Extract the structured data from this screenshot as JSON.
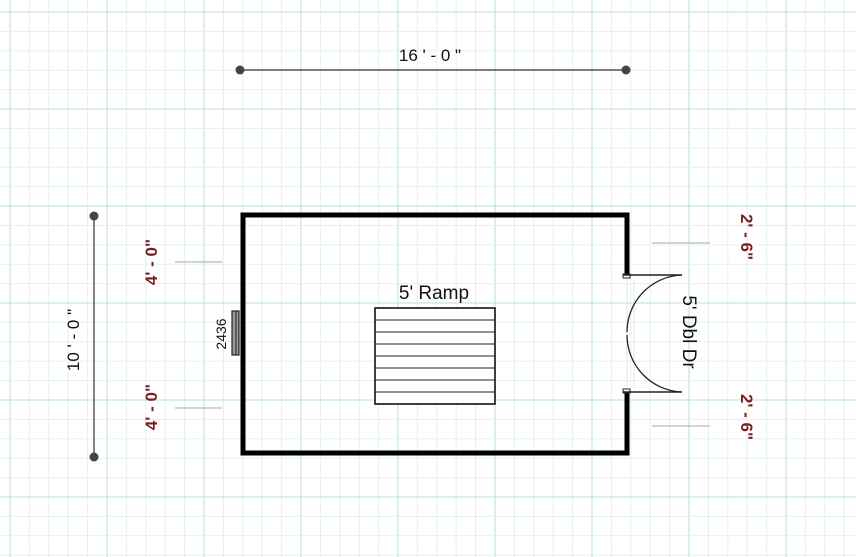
{
  "dimensions": {
    "top_width": "16 ' - 0 \"",
    "left_height": "10 ' - 0 \"",
    "left_segment_upper": "4' - 0\"",
    "left_segment_lower": "4' - 0\"",
    "right_segment_upper": "2' - 6\"",
    "right_segment_lower": "2' - 6\""
  },
  "labels": {
    "ramp": "5' Ramp",
    "door": "5' Dbl Dr",
    "window": "2436"
  },
  "colors": {
    "grid_major": "#b9dede",
    "grid_minor": "#e3f1f1",
    "wall": "#000000",
    "dimension_red": "#7a1f1f"
  }
}
